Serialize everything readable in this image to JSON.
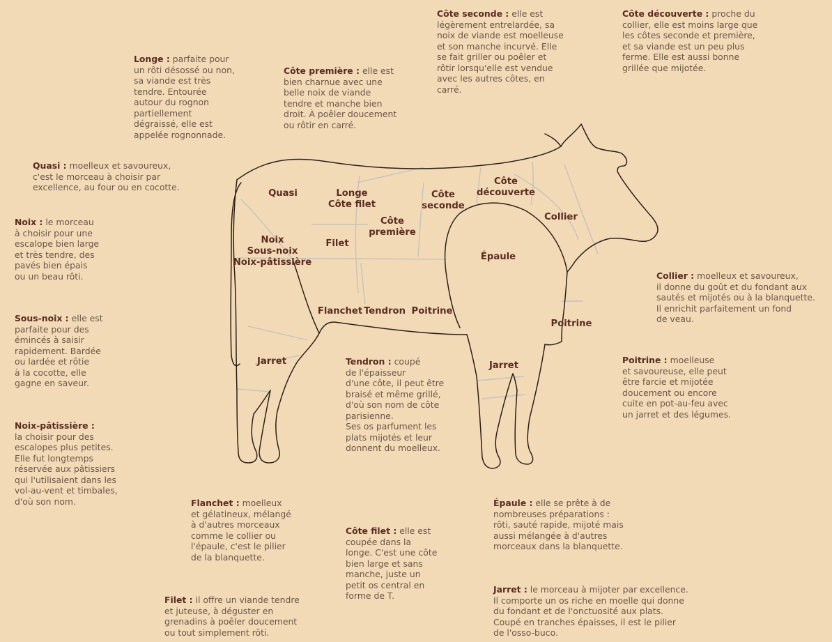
{
  "colors": {
    "background": "#f2dab7",
    "heading": "#5a2c20",
    "body_text": "#6a5648",
    "outline": "#2b1f18",
    "cut_lines": "#c6c2bb"
  },
  "diagram_labels": {
    "quasi": "Quasi",
    "longe": "Longe",
    "cote_filet": "Côte filet",
    "cote_seconde_1": "Côte",
    "cote_seconde_2": "seconde",
    "cote_decouverte_1": "Côte",
    "cote_decouverte_2": "découverte",
    "cote_premiere_1": "Côte",
    "cote_premiere_2": "première",
    "collier": "Collier",
    "noix": "Noix",
    "sous_noix": "Sous-noix",
    "noix_patissiere": "Noix-pâtissière",
    "filet": "Filet",
    "epaule": "Épaule",
    "flanchet": "Flanchet",
    "tendron": "Tendron",
    "poitrine_body": "Poitrine",
    "poitrine_leg": "Poitrine",
    "jarret_rear": "Jarret",
    "jarret_front": "Jarret"
  },
  "descriptions": {
    "cote_seconde": {
      "title": "Côte seconde :",
      "lines": [
        "elle est",
        "légèrement entrelardée, sa",
        "noix de viande est moelleuse",
        "et son manche incurvé. Elle",
        "se fait griller ou poêler et",
        "rôtir lorsqu'elle est vendue",
        "avec les autres côtes, en",
        "carré."
      ]
    },
    "cote_decouverte": {
      "title": "Côte découverte :",
      "lines": [
        "proche du",
        "collier, elle est moins large que",
        "les côtes seconde et première,",
        "et sa viande est un peu plus",
        "ferme. Elle est aussi bonne",
        "grillée que mijotée."
      ]
    },
    "longe": {
      "title": "Longe :",
      "lines": [
        "parfaite pour",
        "un rôti désossé ou non,",
        "sa viande est très",
        "tendre. Entourée",
        "autour du rognon",
        "partiellement",
        "dégraissé, elle est",
        "appelée rognonnade."
      ]
    },
    "cote_premiere": {
      "title": "Côte première :",
      "lines": [
        "elle est",
        "bien charnue avec une",
        "belle noix de viande",
        "tendre et manche bien",
        "droit. À poêler doucement",
        "ou rôtir en carré."
      ]
    },
    "quasi": {
      "title": "Quasi :",
      "lines": [
        "moelleux et savoureux,",
        "c'est le morceau à choisir par",
        "excellence, au four ou en cocotte."
      ]
    },
    "noix": {
      "title": "Noix :",
      "lines": [
        "le morceau",
        "à choisir pour une",
        "escalope bien large",
        "et très tendre, des",
        "pavés bien épais",
        "ou un beau rôti."
      ]
    },
    "sous_noix": {
      "title": "Sous-noix :",
      "lines": [
        "elle est",
        "parfaite pour des",
        "émincés à saisir",
        "rapidement. Bardée",
        "ou lardée et rôtie",
        "à la cocotte, elle",
        "gagne en saveur."
      ]
    },
    "noix_patissiere": {
      "title": "Noix-pâtissière :",
      "lines": [
        "",
        "la choisir pour des",
        "escalopes plus petites.",
        "Elle fut longtemps",
        "réservée aux pâtissiers",
        "qui l'utilisaient dans les",
        "vol-au-vent et timbales,",
        "d'où son nom."
      ]
    },
    "collier": {
      "title": "Collier :",
      "lines": [
        "moelleux et savoureux,",
        "il donne du goût et du fondant aux",
        "sautés et mijotés ou à la blanquette.",
        "Il enrichit parfaitement un fond",
        "de veau."
      ]
    },
    "poitrine": {
      "title": "Poitrine :",
      "lines": [
        "moelleuse",
        "et savoureuse, elle peut",
        "être farcie et mijotée",
        "doucement ou encore",
        "cuite en pot-au-feu avec",
        "un jarret et des légumes."
      ]
    },
    "tendron": {
      "title": "Tendron :",
      "lines": [
        "coupé",
        "de l'épaisseur",
        "d'une côte, il peut être",
        "braisé et même grillé,",
        "d'où son nom de côte",
        "parisienne.",
        "Ses os parfument les",
        "plats mijotés et leur",
        "donnent du moelleux."
      ]
    },
    "flanchet": {
      "title": "Flanchet :",
      "lines": [
        "moelleux",
        "et gélatineux, mélangé",
        "à d'autres morceaux",
        "comme le collier ou",
        "l'épaule, c'est le pilier",
        "de la blanquette."
      ]
    },
    "cote_filet": {
      "title": "Côte filet :",
      "lines": [
        "elle est",
        "coupée dans la",
        "longe. C'est une côte",
        "bien large et sans",
        "manche, juste un",
        "petit os central en",
        "forme de T."
      ]
    },
    "epaule": {
      "title": "Épaule :",
      "lines": [
        "elle se prête à de",
        "nombreuses préparations :",
        "rôti, sauté rapide, mijoté mais",
        "aussi mélangée à d'autres",
        "morceaux dans la blanquette."
      ]
    },
    "filet": {
      "title": "Filet :",
      "lines": [
        "il offre un viande tendre",
        "et juteuse, à déguster en",
        "grenadins à poêler doucement",
        "ou tout simplement rôti."
      ]
    },
    "jarret": {
      "title": "Jarret :",
      "lines": [
        "le morceau à mijoter par excellence.",
        "Il comporte un os riche en moelle qui donne",
        "du fondant et de l'onctuosité aux plats.",
        "Coupé en tranches épaisses, il est le pilier",
        "de l'osso-buco."
      ]
    }
  }
}
